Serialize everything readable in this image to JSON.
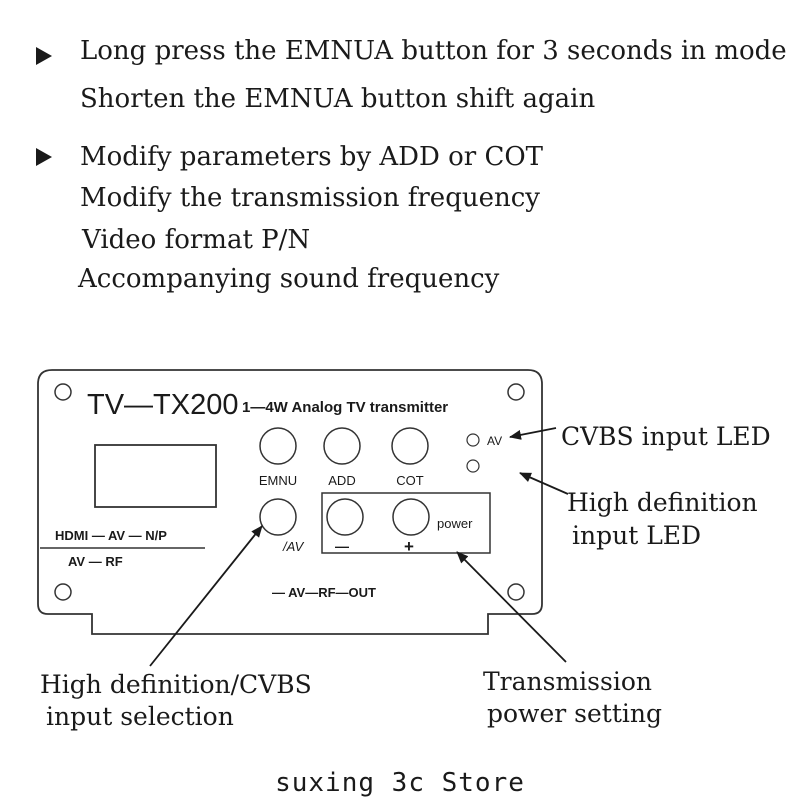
{
  "instructions": {
    "group1": {
      "lines": [
        "Long press the EMNUA button for 3 seconds in mode",
        "Shorten the EMNUA button shift again"
      ]
    },
    "group2": {
      "lines": [
        "Modify parameters by ADD or COT",
        "Modify the transmission frequency",
        "Video format P/N",
        "Accompanying sound frequency"
      ]
    }
  },
  "panel": {
    "model": "TV—TX200",
    "subtitle": "1—4W Analog TV transmitter",
    "buttons": {
      "emnu": "EMNU",
      "add": "ADD",
      "cot": "COT",
      "av": "/AV",
      "minus": "—",
      "plus": "+",
      "power": "power"
    },
    "led_av_label": "AV",
    "input_labels": {
      "top": "HDMI — AV — N/P",
      "bottom": "AV — RF"
    },
    "output_label": "— AV—RF—OUT"
  },
  "callouts": {
    "cvbs_led": "CVBS input LED",
    "hd_led_line1": "High definition",
    "hd_led_line2": "input LED",
    "input_sel_line1": "High definition/CVBS",
    "input_sel_line2": "input selection",
    "power_line1": "Transmission",
    "power_line2": "power setting"
  },
  "footer": {
    "store": "suxing 3c Store"
  },
  "colors": {
    "ink": "#1a1a1a",
    "background": "#ffffff"
  }
}
